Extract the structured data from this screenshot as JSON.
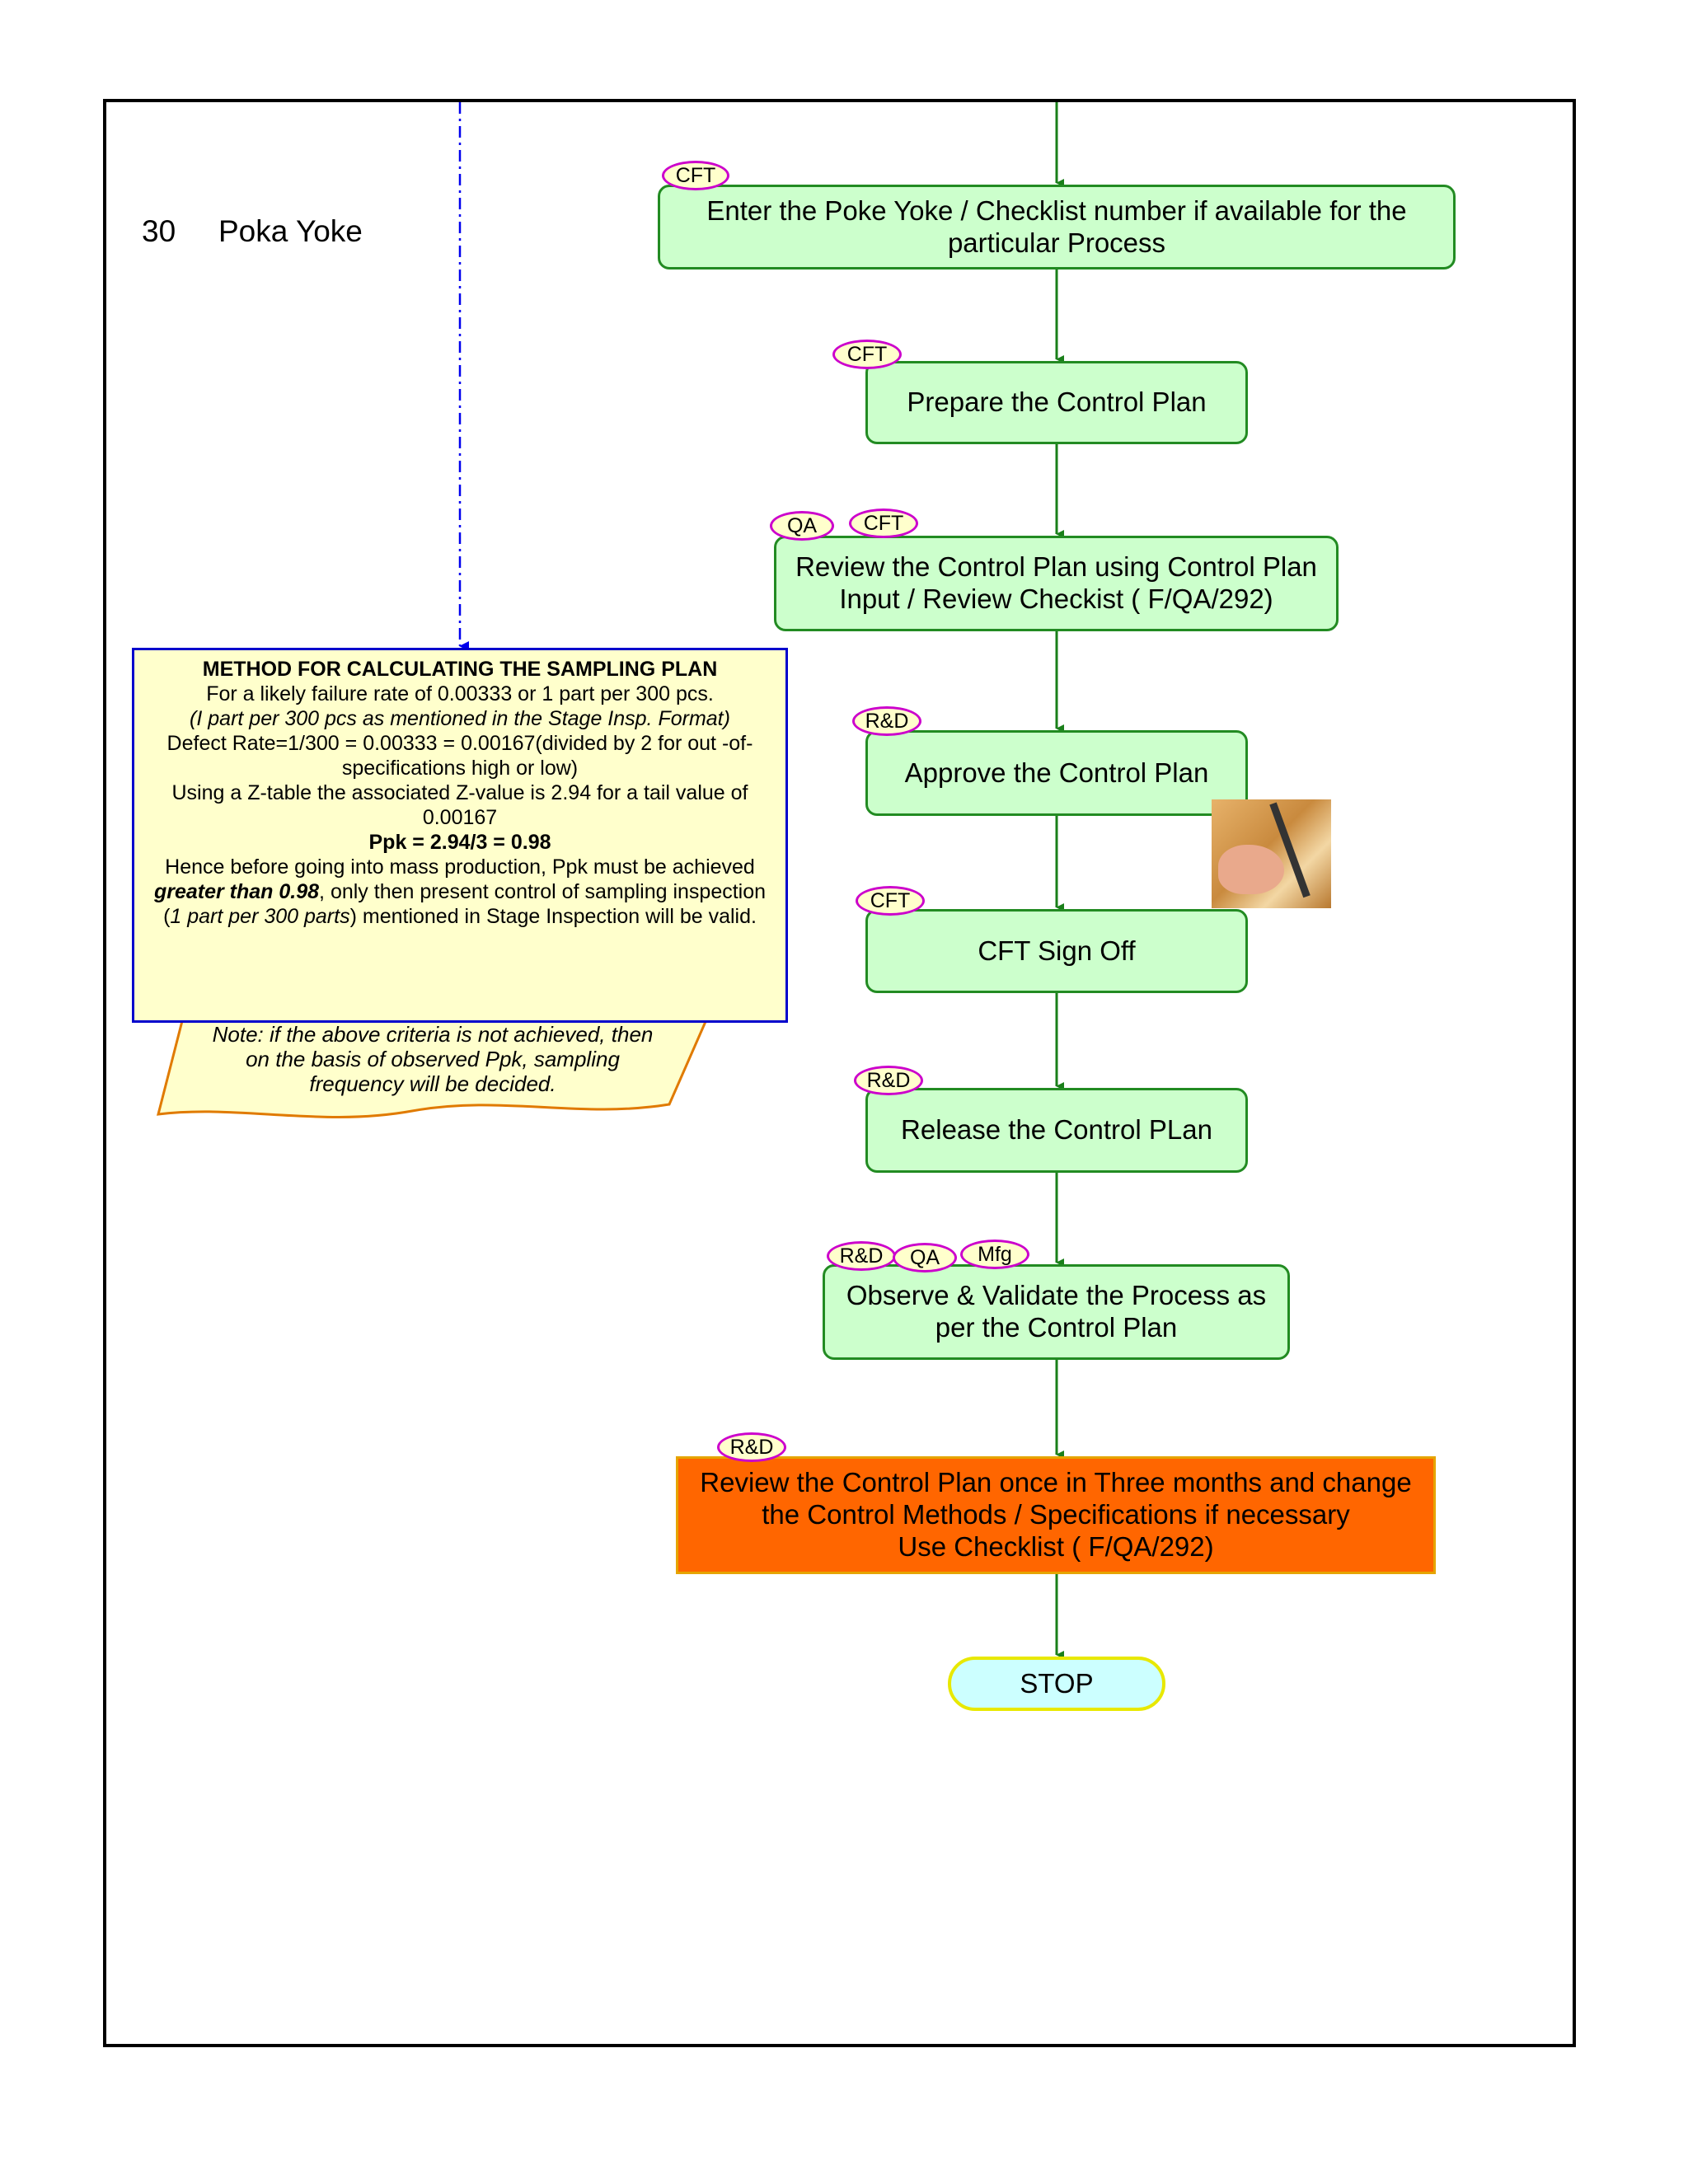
{
  "step": {
    "number": "30",
    "title": "Poka Yoke"
  },
  "method_box": {
    "heading": "METHOD FOR CALCULATING THE SAMPLING PLAN",
    "line1": "For a likely failure rate of 0.00333 or 1 part per 300 pcs.",
    "line2": "(I part per 300 pcs as mentioned in the Stage Insp. Format)",
    "line3": "Defect Rate=1/300 = 0.00333 = 0.00167(divided by 2 for out -of-specifications high or low)",
    "line4": "Using a Z-table the associated Z-value is 2.94 for a tail value of 0.00167",
    "ppk": "Ppk = 2.94/3 = 0.98",
    "line5_a": "Hence before going into mass production, Ppk must be achieved ",
    "line5_b": "greater than 0.98",
    "line5_c": ", only then present control of sampling inspection (",
    "line5_d": "1 part per 300 parts",
    "line5_e": ") mentioned in Stage Inspection will be valid."
  },
  "note": "Note: if the above criteria is not achieved, then on the basis of observed Ppk, sampling frequency will be decided.",
  "flow": {
    "enter_poke": "Enter the Poke Yoke / Checklist number if available for the particular Process",
    "prepare": "Prepare the Control Plan",
    "review": "Review the Control Plan using Control Plan Input / Review Checkist ( F/QA/292)",
    "approve": "Approve the Control Plan",
    "signoff": "CFT Sign Off",
    "release": "Release the Control PLan",
    "observe": "Observe & Validate the Process as per the Control Plan",
    "periodic_line1": "Review the Control Plan once in Three months and change",
    "periodic_line2": "the Control Methods / Specifications if necessary",
    "periodic_line3": "Use Checklist ( F/QA/292)",
    "stop": "STOP"
  },
  "tags": {
    "cft": "CFT",
    "qa": "QA",
    "rnd": "R&D",
    "mfg": "Mfg"
  },
  "colors": {
    "process_fill": "#ccffcc",
    "process_border": "#228b22",
    "periodic_fill": "#ff6600",
    "stop_fill": "#ccffff",
    "method_fill": "#ffffcc",
    "method_border": "#0000cc",
    "tag_border": "#cc00cc",
    "connector": "#0000ee"
  }
}
